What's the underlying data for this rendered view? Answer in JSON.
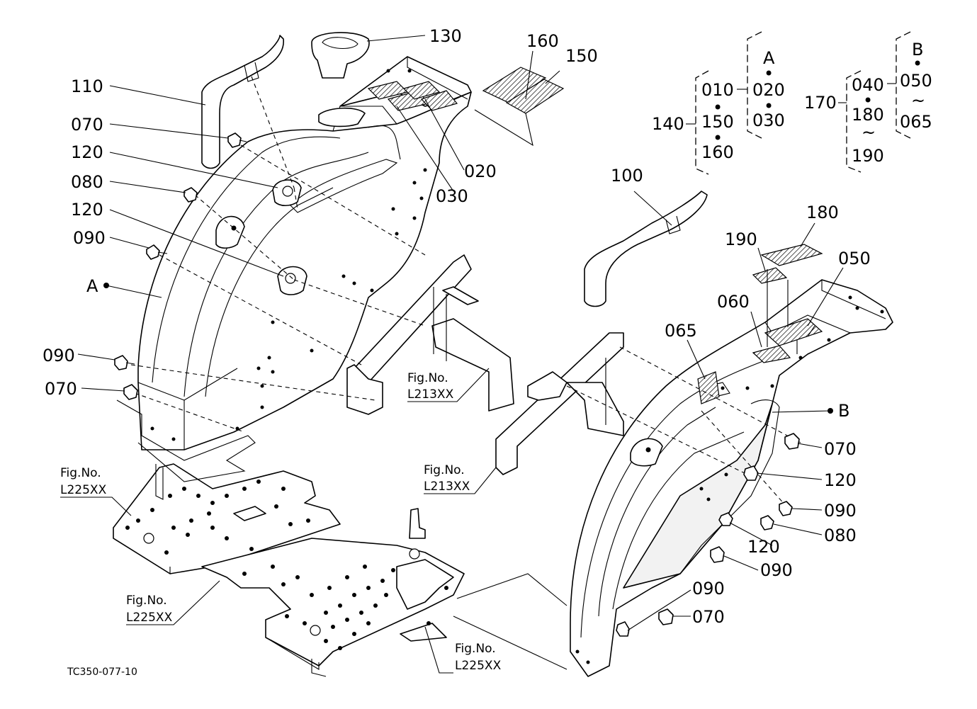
{
  "drawing_code": "TC350-077-10",
  "fig_ref_label": "Fig.No.",
  "fig_refs": {
    "left_plate": "L213XX",
    "right_plate": "L213XX",
    "floor_left": "L225XX",
    "floor_mid": "L225XX",
    "floor_right": "L225XX"
  },
  "callouts": {
    "c110": "110",
    "c070a": "070",
    "c120a": "120",
    "c080a": "080",
    "c120b": "120",
    "c090a": "090",
    "cA": "A",
    "c090b": "090",
    "c070b": "070",
    "c130": "130",
    "c160": "160",
    "c150": "150",
    "c020": "020",
    "c030": "030",
    "c100": "100",
    "c180": "180",
    "c190": "190",
    "c050": "050",
    "c060": "060",
    "c065": "065",
    "cB": "B",
    "c070c": "070",
    "c120c": "120",
    "c090c": "090",
    "c080b": "080",
    "c120d": "120",
    "c090d": "090",
    "c090e": "090",
    "c070d": "070"
  },
  "group_140": {
    "label": "140",
    "items": [
      "010",
      "150",
      "160"
    ],
    "set_label": "A",
    "set_items": [
      "020",
      "030"
    ]
  },
  "group_170": {
    "label": "170",
    "items": [
      "040",
      "180",
      "190"
    ],
    "set_label": "B",
    "set_items": [
      "050",
      "065"
    ],
    "tilde": "~"
  },
  "dot": "•"
}
